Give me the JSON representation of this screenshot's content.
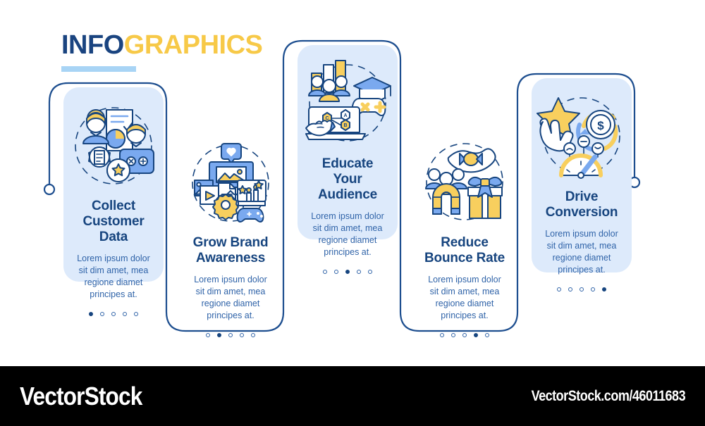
{
  "header": {
    "title_part_a": "INFO",
    "title_part_b": "GRAPHICS",
    "accent_navy": "#1a4480",
    "accent_yellow": "#f7c948",
    "rule_color": "#a8d4f5"
  },
  "palette": {
    "navy": "#17457f",
    "line_navy": "#1d4e8f",
    "body_blue": "#2f63a8",
    "card_fill": "#ddeafb",
    "icon_blue": "#7aa9ef",
    "icon_yellow": "#f8cf5e",
    "white": "#ffffff",
    "black": "#000000"
  },
  "cards": [
    {
      "index": 1,
      "style": "filled",
      "icon": "collect-customer-data-icon",
      "title": "Collect\nCustomer Data",
      "title_lines": [
        "Collect",
        "Customer Data"
      ],
      "body": "Lorem ipsum dolor sit dim amet, mea regione diamet principes at.",
      "dots_total": 5,
      "dot_active": 1
    },
    {
      "index": 2,
      "style": "outlined",
      "icon": "grow-brand-awareness-icon",
      "title": "Grow Brand\nAwareness",
      "title_lines": [
        "Grow Brand",
        "Awareness"
      ],
      "body": "Lorem ipsum dolor sit dim amet, mea regione diamet principes at.",
      "dots_total": 5,
      "dot_active": 2
    },
    {
      "index": 3,
      "style": "filled",
      "icon": "educate-your-audience-icon",
      "title": "Educate\nYour Audience",
      "title_lines": [
        "Educate",
        "Your Audience"
      ],
      "body": "Lorem ipsum dolor sit dim amet, mea regione diamet principes at.",
      "dots_total": 5,
      "dot_active": 3
    },
    {
      "index": 4,
      "style": "outlined",
      "icon": "reduce-bounce-rate-icon",
      "title": "Reduce\nBounce Rate",
      "title_lines": [
        "Reduce",
        "Bounce Rate"
      ],
      "body": "Lorem ipsum dolor sit dim amet, mea regione diamet principes at.",
      "dots_total": 5,
      "dot_active": 4
    },
    {
      "index": 5,
      "style": "filled",
      "icon": "drive-conversion-icon",
      "title": "Drive\nConversion",
      "title_lines": [
        "Drive",
        "Conversion"
      ],
      "body": "Lorem ipsum dolor sit dim amet, mea regione diamet principes at.",
      "dots_total": 5,
      "dot_active": 5
    }
  ],
  "footer": {
    "brand": "VectorStock",
    "url": "VectorStock.com/46011683",
    "background": "#000000"
  }
}
